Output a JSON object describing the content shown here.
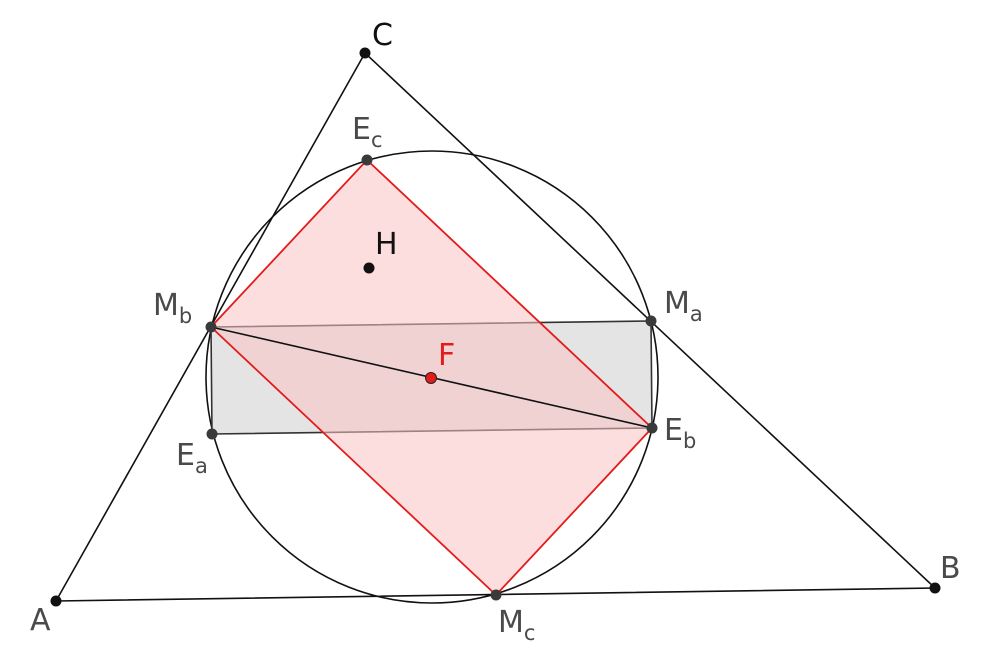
{
  "diagram": {
    "points": {
      "A": {
        "main": "A",
        "sub": ""
      },
      "B": {
        "main": "B",
        "sub": ""
      },
      "C": {
        "main": "C",
        "sub": ""
      },
      "H": {
        "main": "H",
        "sub": ""
      },
      "F": {
        "main": "F",
        "sub": ""
      },
      "Ma": {
        "main": "M",
        "sub": "a"
      },
      "Mb": {
        "main": "M",
        "sub": "b"
      },
      "Mc": {
        "main": "M",
        "sub": "c"
      },
      "Ea": {
        "main": "E",
        "sub": "a"
      },
      "Eb": {
        "main": "E",
        "sub": "b"
      },
      "Ec": {
        "main": "E",
        "sub": "c"
      }
    },
    "colors": {
      "triangle": "#111111",
      "circle": "#111111",
      "red_rectangle_stroke": "#e31b1b",
      "red_rectangle_fill": "#fbd9da",
      "grey_rectangle_fill": "#d9d9d9",
      "grey_rectangle_stroke": "#333333",
      "point_fill": "#3a3a3a",
      "point_F_fill": "#e31b1b"
    }
  }
}
